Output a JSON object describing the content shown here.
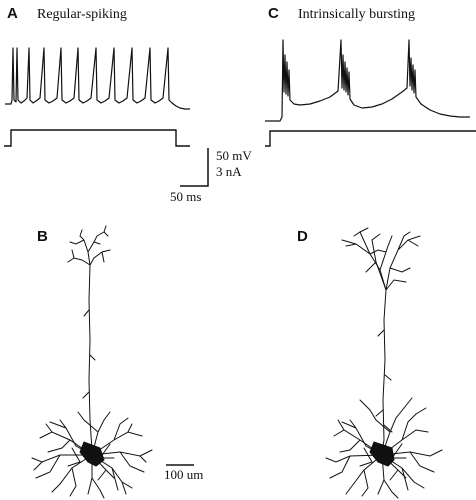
{
  "panels": {
    "a": {
      "letter": "A",
      "title": "Regular-spiking"
    },
    "b": {
      "letter": "B"
    },
    "c": {
      "letter": "C",
      "title": "Intrinsically bursting"
    },
    "d": {
      "letter": "D"
    }
  },
  "scale": {
    "voltage": "50 mV",
    "current": "3 nA",
    "time": "50 ms",
    "length": "100 um"
  },
  "colors": {
    "ink": "#111111",
    "background": "#ffffff"
  }
}
